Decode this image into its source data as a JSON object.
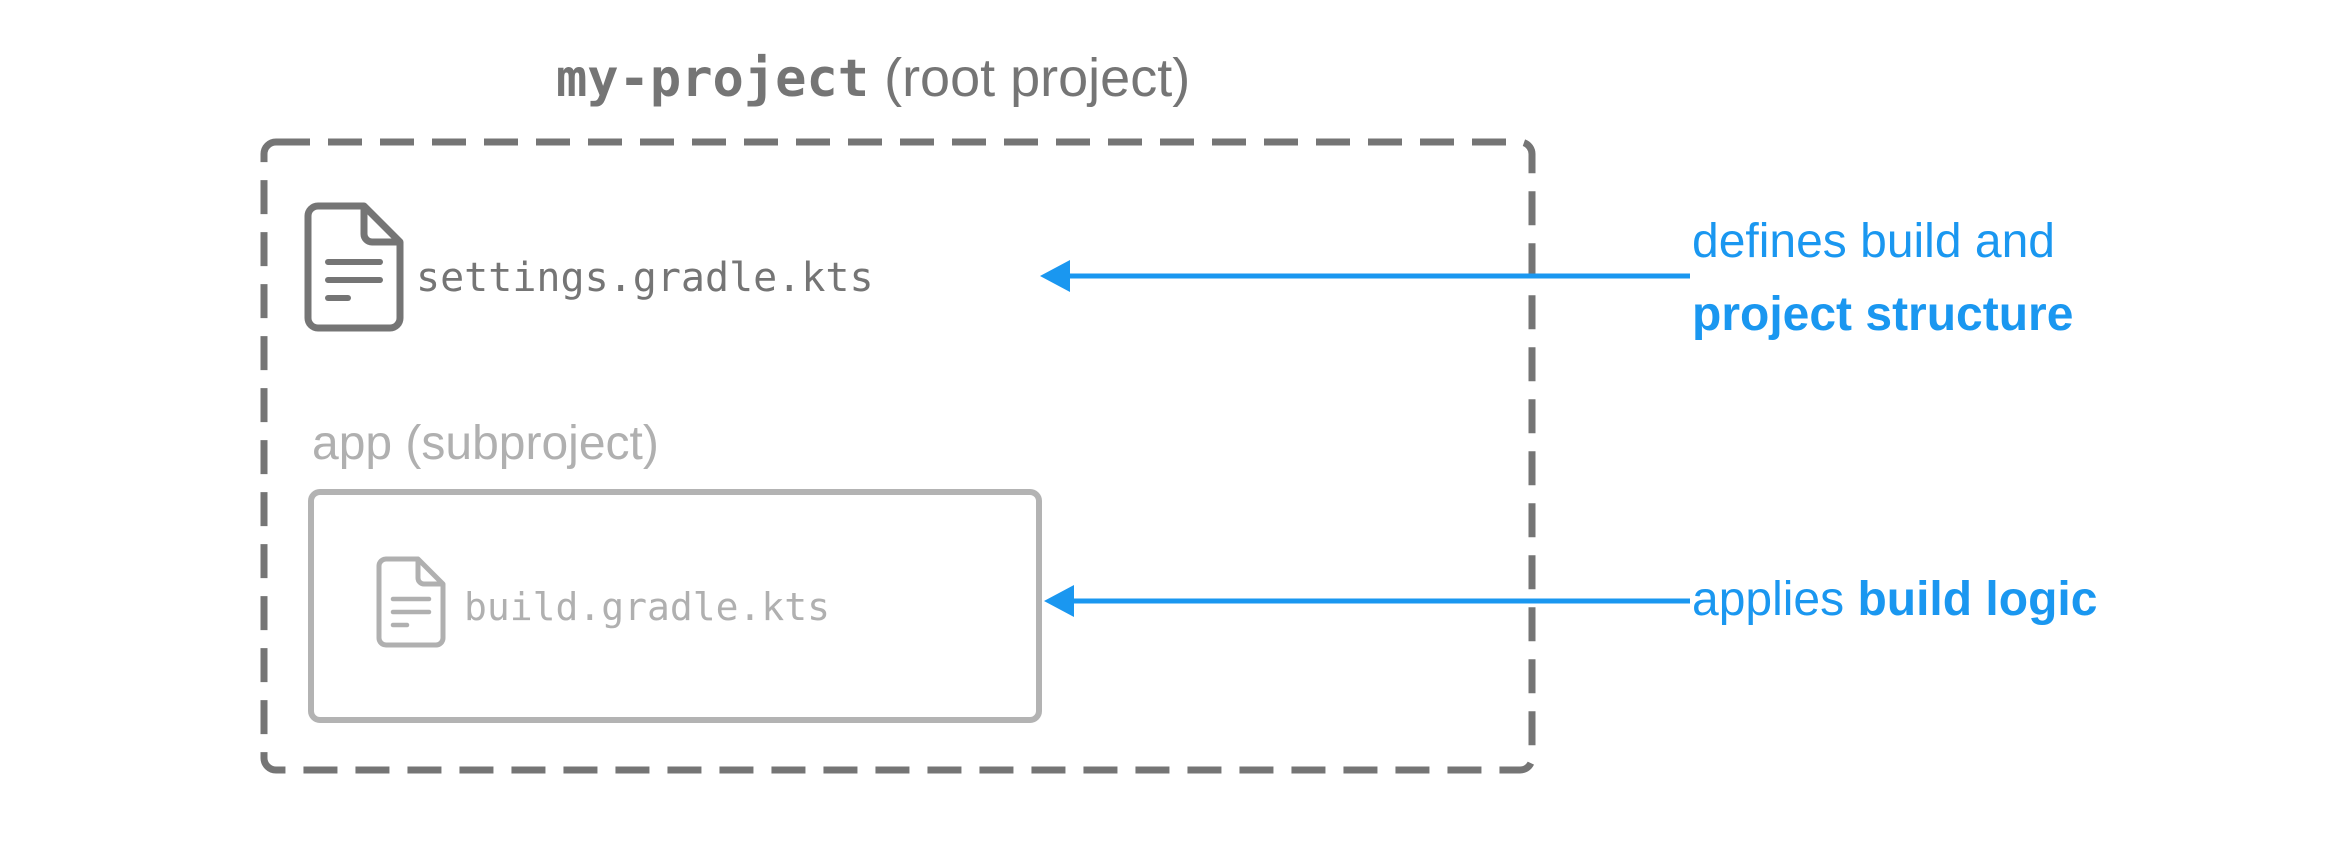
{
  "root_project": {
    "name": "my-project",
    "suffix": "(root project)"
  },
  "settings_file": {
    "label": "settings.gradle.kts",
    "icon": "file-document-icon"
  },
  "subproject": {
    "title": "app (subproject)",
    "file_label": "build.gradle.kts",
    "icon": "file-document-icon"
  },
  "annotations": {
    "settings_line1": "defines build and",
    "settings_line2": "project structure",
    "build_prefix": "applies",
    "build_bold": "build logic"
  },
  "colors": {
    "accent_blue": "#1a97f0",
    "dark_gray": "#757575",
    "light_gray": "#b0b0b0"
  }
}
